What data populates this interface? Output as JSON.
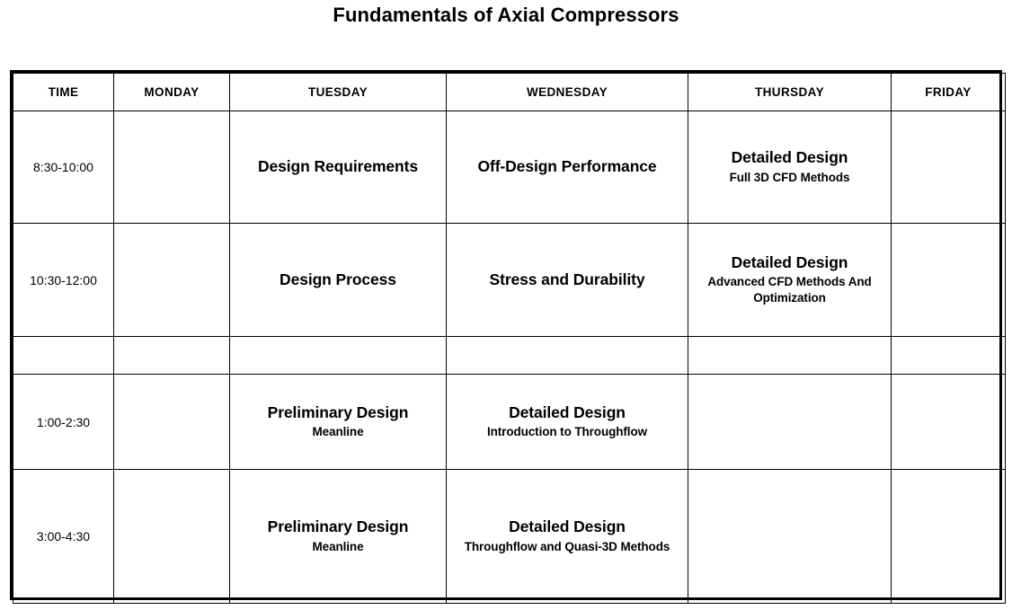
{
  "title": "Fundamentals of Axial Compressors",
  "schedule": {
    "headers": [
      {
        "label": "TIME"
      },
      {
        "label": "MONDAY"
      },
      {
        "label": "TUESDAY"
      },
      {
        "label": "WEDNESDAY"
      },
      {
        "label": "THURSDAY"
      },
      {
        "label": "FRIDAY"
      }
    ],
    "rows": [
      {
        "time": "8:30-10:00",
        "monday": {
          "main": "",
          "sub": ""
        },
        "tuesday": {
          "main": "Design Requirements",
          "sub": ""
        },
        "wednesday": {
          "main": "Off-Design Performance",
          "sub": ""
        },
        "thursday": {
          "main": "Detailed Design",
          "sub": "Full 3D CFD Methods"
        },
        "friday": {
          "main": "",
          "sub": ""
        }
      },
      {
        "time": "10:30-12:00",
        "monday": {
          "main": "",
          "sub": ""
        },
        "tuesday": {
          "main": "Design Process",
          "sub": ""
        },
        "wednesday": {
          "main": "Stress and Durability",
          "sub": ""
        },
        "thursday": {
          "main": "Detailed Design",
          "sub": "Advanced CFD Methods And Optimization"
        },
        "friday": {
          "main": "",
          "sub": ""
        }
      },
      {
        "time": "",
        "monday": {
          "main": "",
          "sub": ""
        },
        "tuesday": {
          "main": "",
          "sub": ""
        },
        "wednesday": {
          "main": "",
          "sub": ""
        },
        "thursday": {
          "main": "",
          "sub": ""
        },
        "friday": {
          "main": "",
          "sub": ""
        }
      },
      {
        "time": "1:00-2:30",
        "monday": {
          "main": "",
          "sub": ""
        },
        "tuesday": {
          "main": "Preliminary Design",
          "sub": "Meanline"
        },
        "wednesday": {
          "main": "Detailed Design",
          "sub": "Introduction to Throughflow"
        },
        "thursday": {
          "main": "",
          "sub": ""
        },
        "friday": {
          "main": "",
          "sub": ""
        }
      },
      {
        "time": "3:00-4:30",
        "monday": {
          "main": "",
          "sub": ""
        },
        "tuesday": {
          "main": "Preliminary Design",
          "sub": "Meanline"
        },
        "wednesday": {
          "main": "Detailed Design",
          "sub": "Throughflow and Quasi-3D Methods"
        },
        "thursday": {
          "main": "",
          "sub": ""
        },
        "friday": {
          "main": "",
          "sub": ""
        }
      }
    ]
  },
  "colors": {
    "background": "#ffffff",
    "text": "#000000",
    "border": "#000000"
  }
}
